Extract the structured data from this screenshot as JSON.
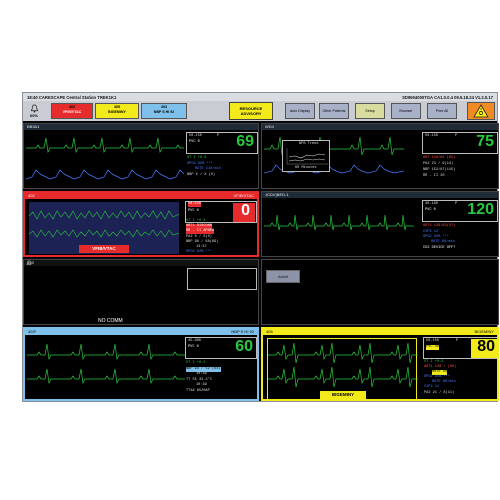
{
  "topbar": {
    "left": "18:40  CARESCAPE Central Station  TREK1K1",
    "right": "SD9504000TGA CA1.0.0.4  09.5.18.24  V1.2.0.17"
  },
  "toolbar": {
    "status": "60%",
    "alarm_buttons": [
      {
        "id": "402",
        "text": "VFIB/VTAC",
        "color": "#e52b2b"
      },
      {
        "id": "405",
        "text": "BIGEMINY",
        "color": "#f2ea1a"
      },
      {
        "id": "403",
        "text": "NBP S HI 92",
        "color": "#7fc0ea"
      }
    ],
    "advisory": "RESOURCE ADVISORY",
    "nav_buttons": [
      "Auto Display",
      "Other Patients",
      "Setup",
      "Browser",
      "Print All"
    ]
  },
  "colors": {
    "ecg": "#27c93f",
    "spo2": "#4a7dff",
    "art": "#ff4d4d",
    "yellow": "#f2ea1a",
    "blue": "#7fc0ea",
    "red": "#e52b2b"
  },
  "panels": {
    "p1": {
      "title": "BB3A1",
      "range": "50-150",
      "unit": "P",
      "pvc": "PVC 0",
      "st": "ST I  +0.6",
      "spo2": "SPO2 95%  ***",
      "rate": "RATE 110/min",
      "nbp": "NBP X / X (X)",
      "hr": "69"
    },
    "p2": {
      "title": "WD4",
      "inner_title": "NFB Trend",
      "trend_label": "60 Minutes",
      "range": "50-150",
      "unit": "P",
      "art": "ART 118/82 (95)",
      "pa": "PA2 23 / 9(14)",
      "nbp": "NBP 152/87(115)",
      "rr": "RR - II  20",
      "hr": "75"
    },
    "p3": {
      "title": "402",
      "alarm": "VFIB/VTAC",
      "range": "50-150",
      "pvc": "PVC 0",
      "st": "ST I  +0.0",
      "disconn": "ART1 DISCONN",
      "rr": "RR - II APNEA",
      "pa": "PA2 0 / 0(0)",
      "nbp": "NBP 96 / 68(69)",
      "min": "13:57",
      "spo2": "SPO2 92%  ***",
      "banner": "VFIB/VTAC",
      "hr": "0"
    },
    "p4": {
      "title": "JCDV)BED-1",
      "range": "40-160",
      "unit": "P",
      "pvc": "PVC 0",
      "art": "ART1 129/83(97)",
      "cvp": "CVP2 12",
      "spo2": "SPO2 92%  ***",
      "rate": "RATE 80/min",
      "co2": "CO2 DEVICE OFF?",
      "hr": "120"
    },
    "p5": {
      "title": "403",
      "status": "NO COMM"
    },
    "p6": {
      "button": "Admit"
    },
    "p7": {
      "title": "403*",
      "alarm": "NBP S HI 92",
      "range": "45-300",
      "pvc": "PVC 0",
      "st": "ST I  +0.2",
      "nbp": "NBP 94 / 52 (64)",
      "nbp2": "10:49",
      "tt": "TT 55 33.3°C",
      "tt2": "10:39",
      "ttx": "TTX# 8520AP",
      "hr": "60"
    },
    "p8": {
      "title": "405",
      "alarm": "BIGEMINY",
      "range": "50-150",
      "unit": "P",
      "pvc": "PVC 40",
      "st": "ST I  +0.2",
      "art": "ART1 128 / (89)",
      "rate": "RATE 60",
      "spo2": "SPO2 95%  ***",
      "rate2": "RATE 80/min",
      "cvp": "CVP2 12",
      "pa": "PA2 21 / 8(11)",
      "banner": "BIGEMINY",
      "hr": "80"
    }
  }
}
